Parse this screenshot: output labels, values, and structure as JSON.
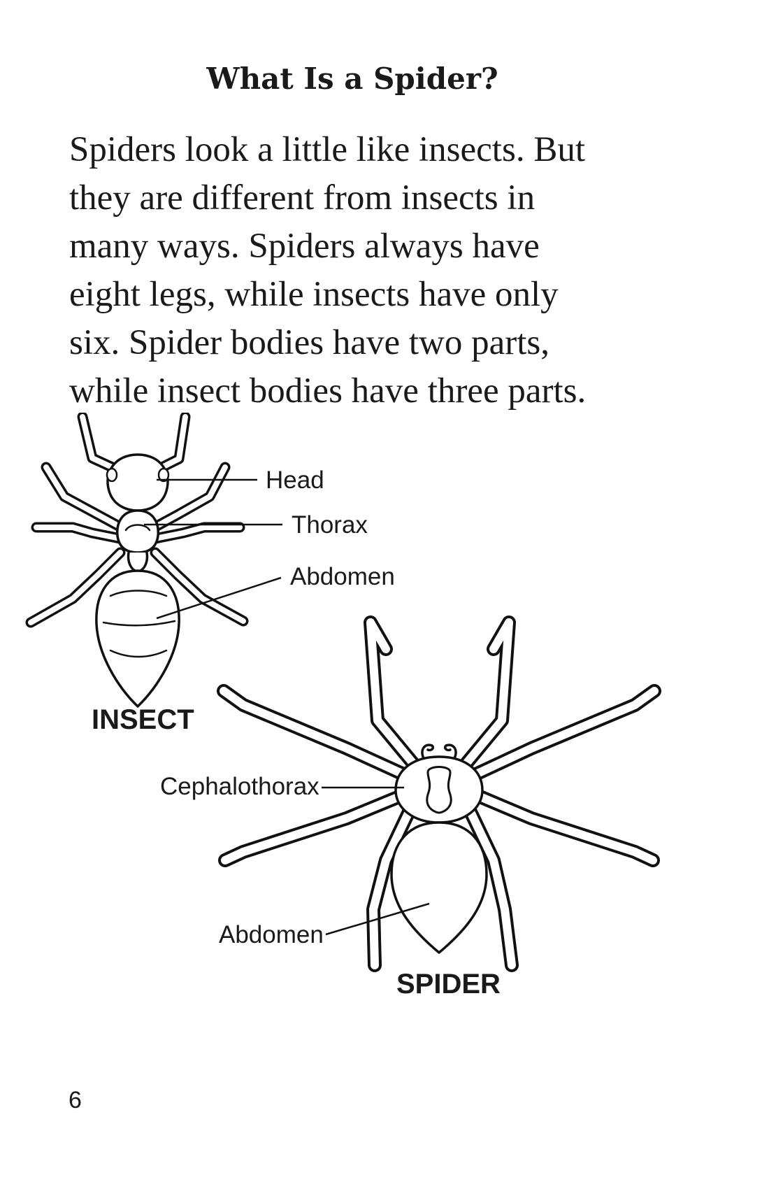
{
  "page": {
    "heading": "What Is a Spider?",
    "body_lines": [
      "Spiders look a little like insects. But",
      "they are different from insects in",
      "many ways. Spiders always have",
      "eight legs, while insects have only",
      "six. Spider bodies have two parts,",
      "while insect bodies have three parts."
    ],
    "page_number": "6"
  },
  "diagram": {
    "insect": {
      "caption": "INSECT",
      "labels": {
        "head": "Head",
        "thorax": "Thorax",
        "abdomen": "Abdomen"
      }
    },
    "spider": {
      "caption": "SPIDER",
      "labels": {
        "cephalothorax": "Cephalothorax",
        "abdomen": "Abdomen"
      }
    }
  }
}
